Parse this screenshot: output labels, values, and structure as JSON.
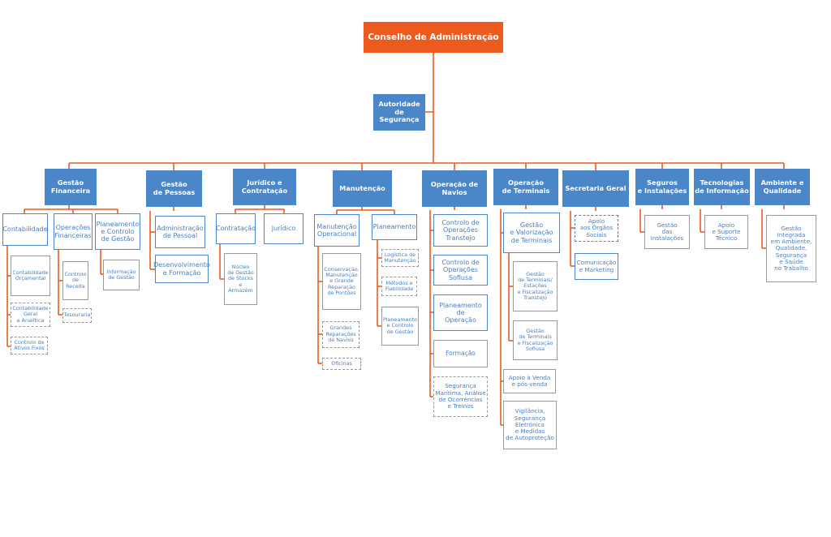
{
  "root": "Conselho de Administração",
  "security": "Autoridade de\nSegurança",
  "departments": [
    {
      "title": "Gestão\nFinanceira",
      "subs": [
        "Contabilidade",
        "Operações\nFinanceiras",
        "Planeamento\ne Controlo\nde Gestão"
      ],
      "units": [
        "Contabilidade\nOrçamental",
        "Contabilidade\nGeral\ne Analítica",
        "Controlo de\nAtivos Fixos",
        "Controlo\nde\nReceita",
        "Tesouraria",
        "Informação\nde Gestão"
      ]
    },
    {
      "title": "Gestão\nde Pessoas",
      "subs": [
        "Administração\nde Pessoal",
        "Desenvolvimento\ne Formação"
      ]
    },
    {
      "title": "Jurídico e\nContratação",
      "subs": [
        "Contratação",
        "Jurídico"
      ],
      "units": [
        "Núcleo\nde Gestão\nde Stocks\ne\nArmazém"
      ]
    },
    {
      "title": "Manutenção",
      "subs": [
        "Manutenção\nOperacional",
        "Planeamento"
      ],
      "units": [
        "Conservação,\nManutenção\ne Grande\nReparação\nde Pontões",
        "Grandes\nReparações\nde Navios",
        "Oficinas",
        "Logística de\nManutenção",
        "Métodos e\nFiabilidade",
        "Planeamento\ne Controlo\nde Gestão"
      ]
    },
    {
      "title": "Operação de\nNavios",
      "subs": [
        "Controlo de\nOperações\nTranstejo",
        "Controlo de\nOperações\nSoflusa",
        "Planeamento de\nOperação",
        "Formação",
        "Segurança\nMarítima, Análise\nde Ocorrências\ne Treinos"
      ]
    },
    {
      "title": "Operação\nde Terminais",
      "subs": [
        "Gestão\ne Valorização\nde Terminais",
        "Apoio à Venda\ne pós-venda",
        "Vigilância,\nSegurança\nEletrónica\ne Medidas\nde Autoproteção"
      ],
      "units": [
        "Gestão\nde Terminais/\nEstações\ne Fiscalização\nTranstejo",
        "Gestão\nde Terminais\ne Fiscalização\nSoflusa"
      ]
    },
    {
      "title": "Secretaria Geral",
      "subs": [
        "Apoio\naos Órgãos\nSociais",
        "Comunicação\ne Marketing"
      ]
    },
    {
      "title": "Seguros\ne Instalações",
      "subs": [
        "Gestão\ndas\nInstalações"
      ]
    },
    {
      "title": "Tecnologias\nde Informação",
      "subs": [
        "Apoio\ne Suporte\nTécnico"
      ]
    },
    {
      "title": "Ambiente e\nQualidade",
      "subs": [
        "Gestão\nIntegrada\nem Ambiente,\nQualidade,\nSegurança\ne Saúde\nno Trabalho"
      ]
    }
  ],
  "colors": {
    "root": "#ec5a1e",
    "department": "#4a86c8",
    "connector": "#ec5a1e",
    "unit_border": "#9a9a9a"
  }
}
